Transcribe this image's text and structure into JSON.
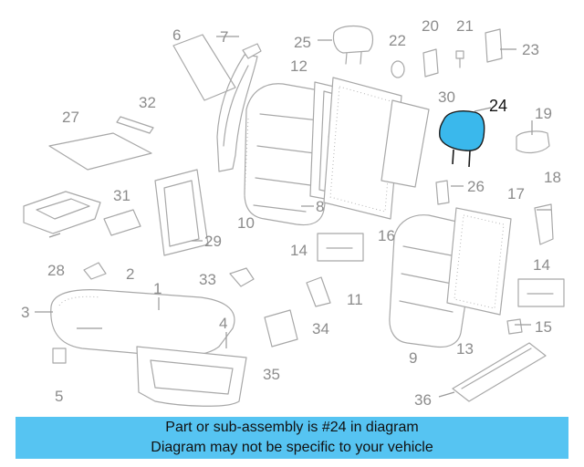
{
  "highlight_color": "#3ab8ec",
  "banner_color": "#56c4f2",
  "callouts": [
    "1",
    "2",
    "3",
    "4",
    "5",
    "6",
    "7",
    "8",
    "9",
    "10",
    "11",
    "12",
    "13",
    "14",
    "14",
    "15",
    "16",
    "17",
    "18",
    "19",
    "20",
    "21",
    "22",
    "23",
    "24",
    "25",
    "26",
    "27",
    "28",
    "29",
    "30",
    "31",
    "32",
    "33",
    "34",
    "35",
    "36"
  ],
  "highlighted_part": "24",
  "banner": {
    "line1": "Part or sub-assembly is #24 in diagram",
    "line2": "Diagram may not be specific to your vehicle"
  }
}
